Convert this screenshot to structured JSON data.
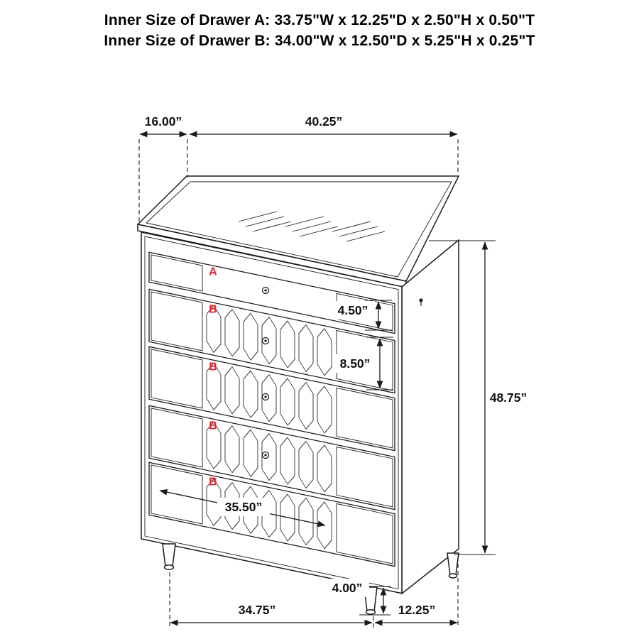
{
  "title_block": {
    "line1": "Inner Size of Drawer A: 33.75\"W x 12.25\"D x 2.50\"H x 0.50\"T",
    "line2": "Inner Size of Drawer B: 34.00\"W x 12.50\"D x 5.25\"H x 0.25\"T"
  },
  "dimensions": {
    "top_depth": "16.00”",
    "top_width": "40.25”",
    "overall_height": "48.75”",
    "drawer_a_front_height": "4.50”",
    "drawer_b_front_height": "8.50”",
    "drawer_inner_width": "35.50”",
    "leg_height": "4.00”",
    "base_width": "34.75”",
    "base_depth": "12.25”"
  },
  "drawers": [
    {
      "label": "A"
    },
    {
      "label": "B"
    },
    {
      "label": "B"
    },
    {
      "label": "B"
    },
    {
      "label": "B"
    }
  ],
  "colors": {
    "line": "#1a1a1a",
    "drawer_label_red": "#e8212a",
    "background": "#ffffff"
  }
}
